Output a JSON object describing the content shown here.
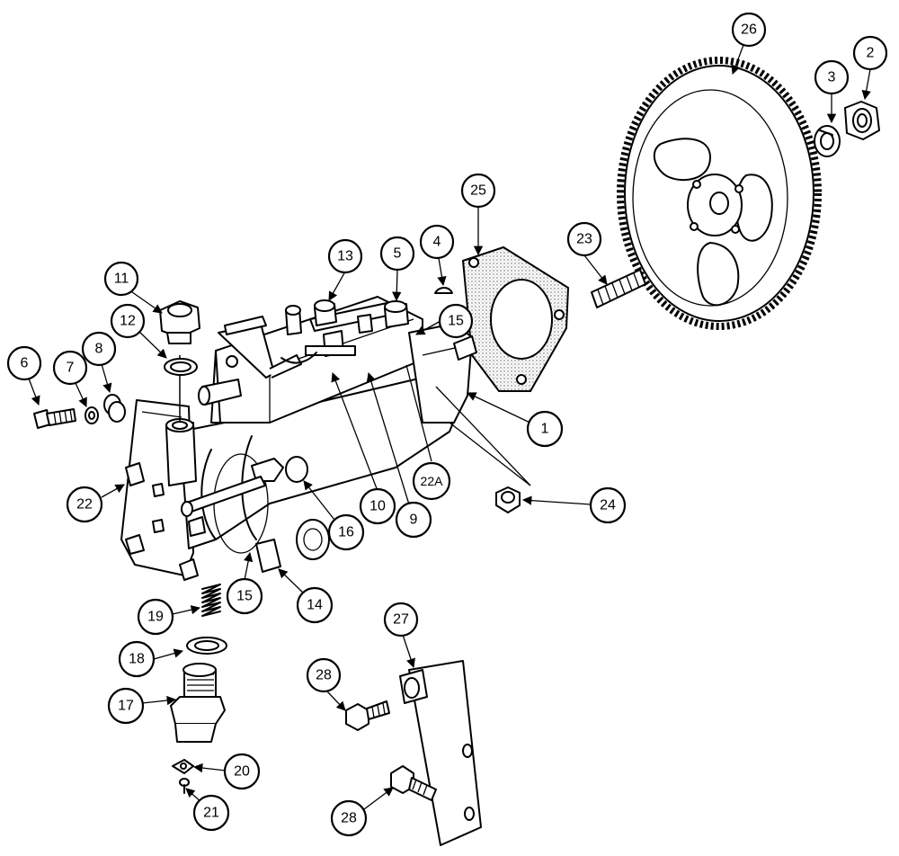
{
  "callouts": [
    {
      "id": "c1",
      "label": "1"
    },
    {
      "id": "c2",
      "label": "2"
    },
    {
      "id": "c3",
      "label": "3"
    },
    {
      "id": "c4",
      "label": "4"
    },
    {
      "id": "c5",
      "label": "5"
    },
    {
      "id": "c6",
      "label": "6"
    },
    {
      "id": "c7",
      "label": "7"
    },
    {
      "id": "c8",
      "label": "8"
    },
    {
      "id": "c9",
      "label": "9"
    },
    {
      "id": "c10",
      "label": "10"
    },
    {
      "id": "c11",
      "label": "11"
    },
    {
      "id": "c12",
      "label": "12"
    },
    {
      "id": "c13",
      "label": "13"
    },
    {
      "id": "c14",
      "label": "14"
    },
    {
      "id": "c15a",
      "label": "15"
    },
    {
      "id": "c15b",
      "label": "15"
    },
    {
      "id": "c16",
      "label": "16"
    },
    {
      "id": "c17",
      "label": "17"
    },
    {
      "id": "c18",
      "label": "18"
    },
    {
      "id": "c19",
      "label": "19"
    },
    {
      "id": "c20",
      "label": "20"
    },
    {
      "id": "c21",
      "label": "21"
    },
    {
      "id": "c22",
      "label": "22"
    },
    {
      "id": "c22a",
      "label": "22A"
    },
    {
      "id": "c23",
      "label": "23"
    },
    {
      "id": "c24",
      "label": "24"
    },
    {
      "id": "c25",
      "label": "25"
    },
    {
      "id": "c26",
      "label": "26"
    },
    {
      "id": "c27",
      "label": "27"
    },
    {
      "id": "c28a",
      "label": "28"
    },
    {
      "id": "c28b",
      "label": "28"
    }
  ]
}
